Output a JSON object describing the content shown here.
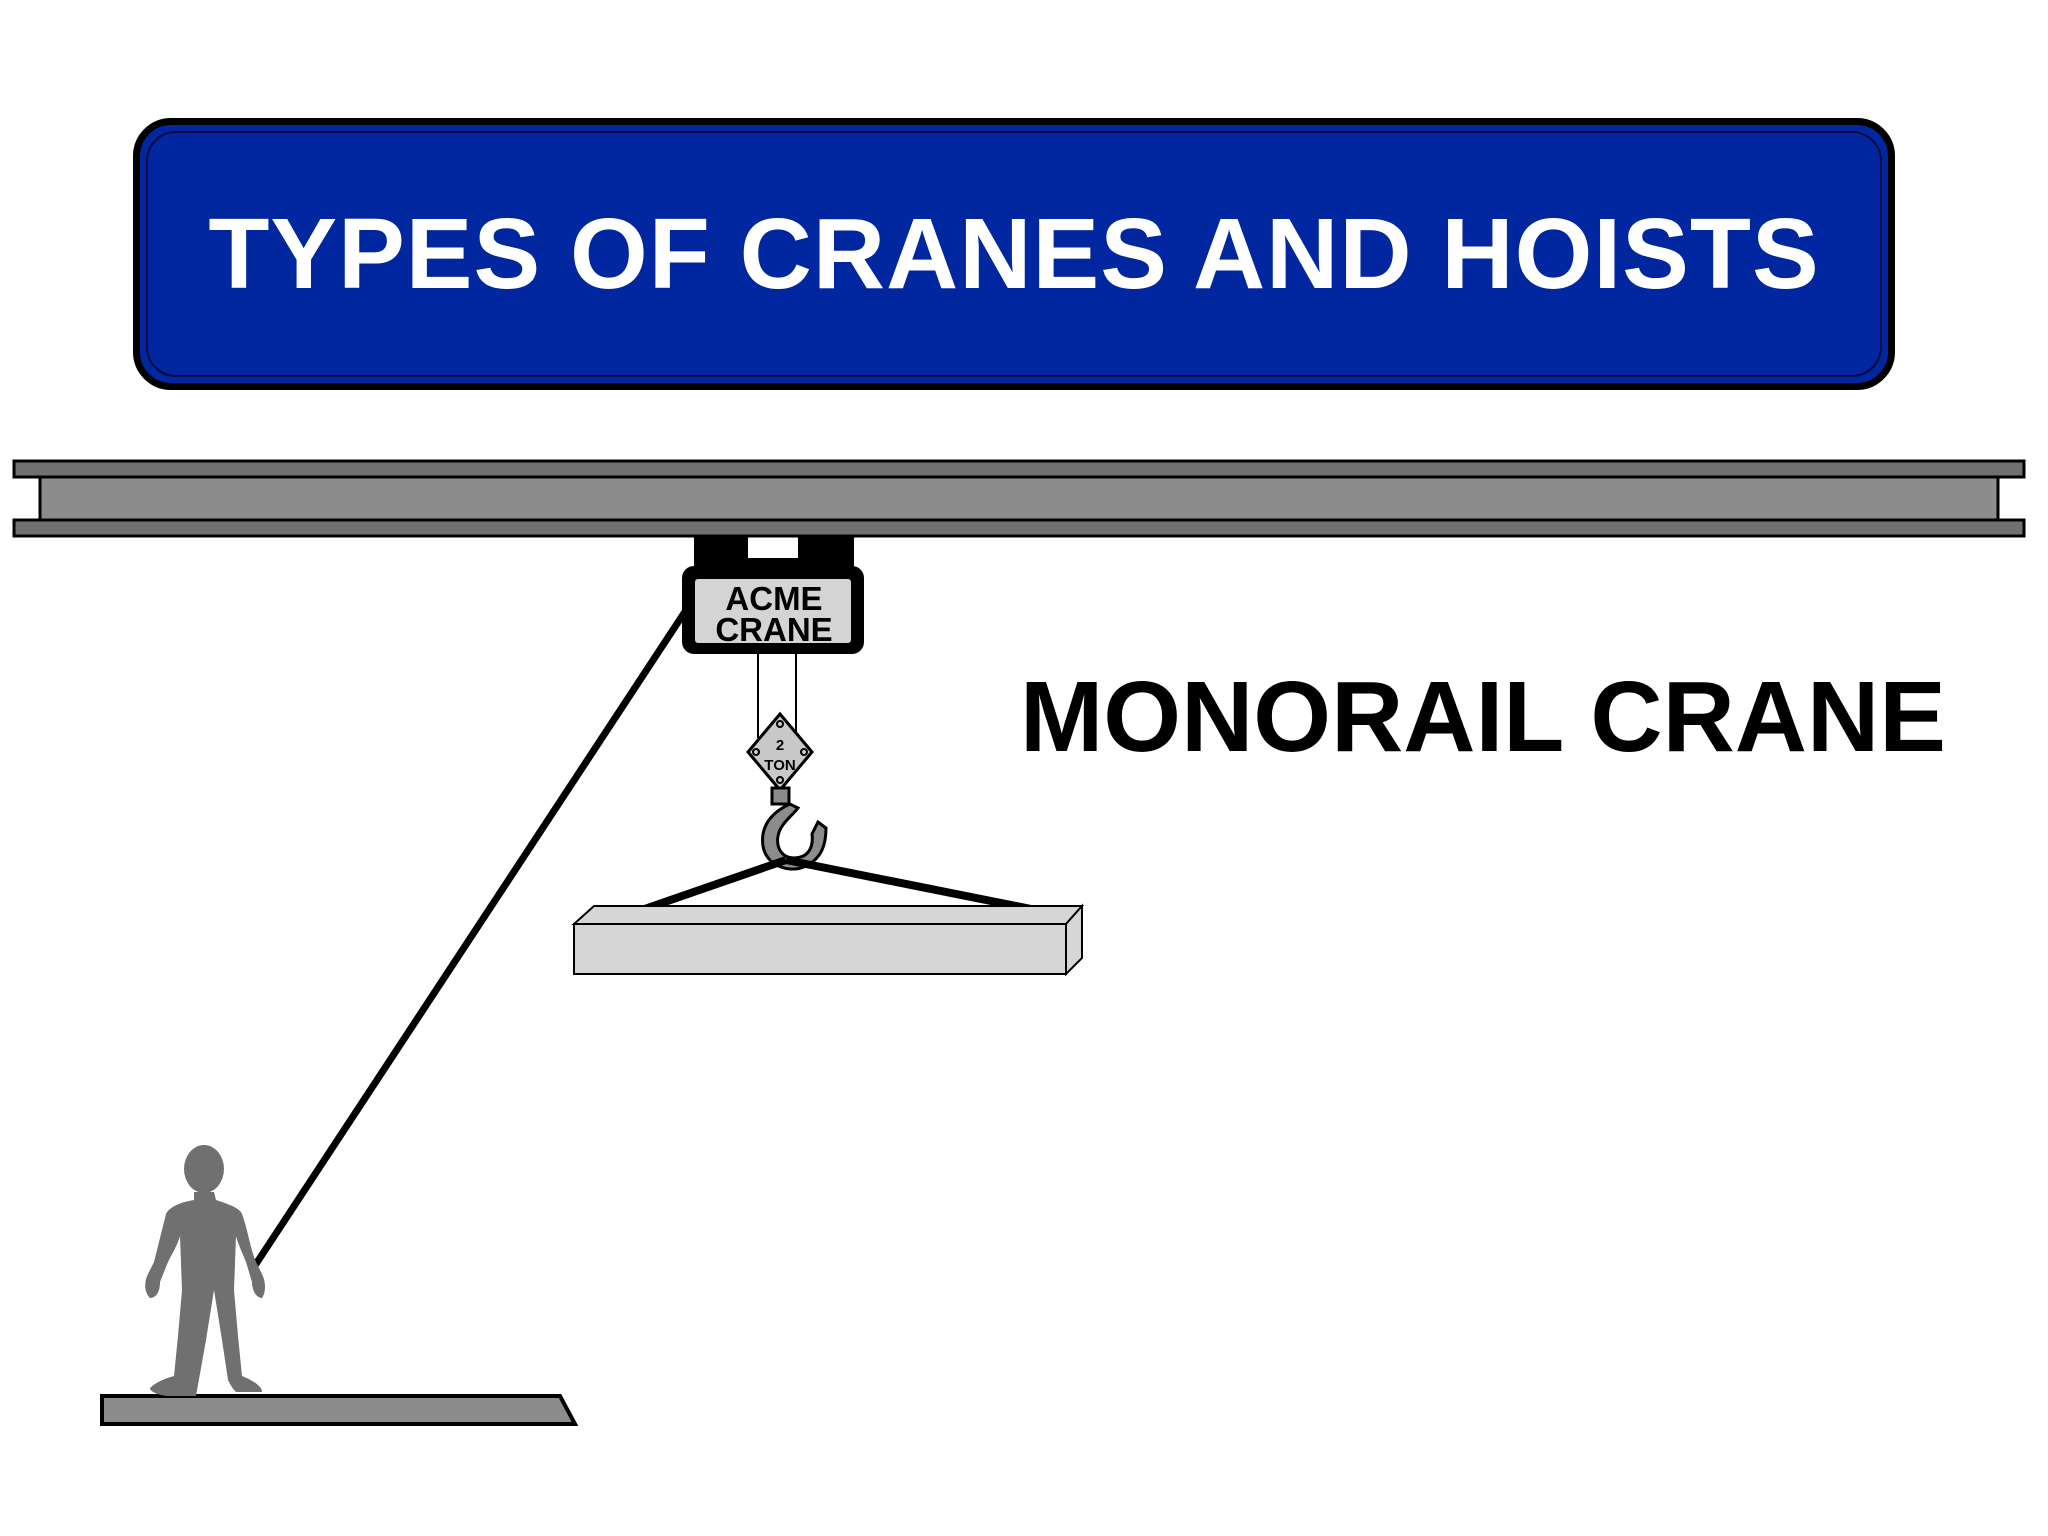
{
  "title": "TYPES OF CRANES AND HOISTS",
  "crane_type_label": "MONORAIL CRANE",
  "hoist": {
    "brand_line_1": "ACME",
    "brand_line_2": "CRANE"
  },
  "hook_block": {
    "capacity_number": "2",
    "capacity_unit": "TON"
  },
  "colors": {
    "banner_background": "#0026a0",
    "banner_text": "#ffffff",
    "beam": "#8c8c8c",
    "hoist_body": "#d4d4d4",
    "load": "#d6d6d6",
    "operator": "#707070",
    "outline": "#000000"
  }
}
